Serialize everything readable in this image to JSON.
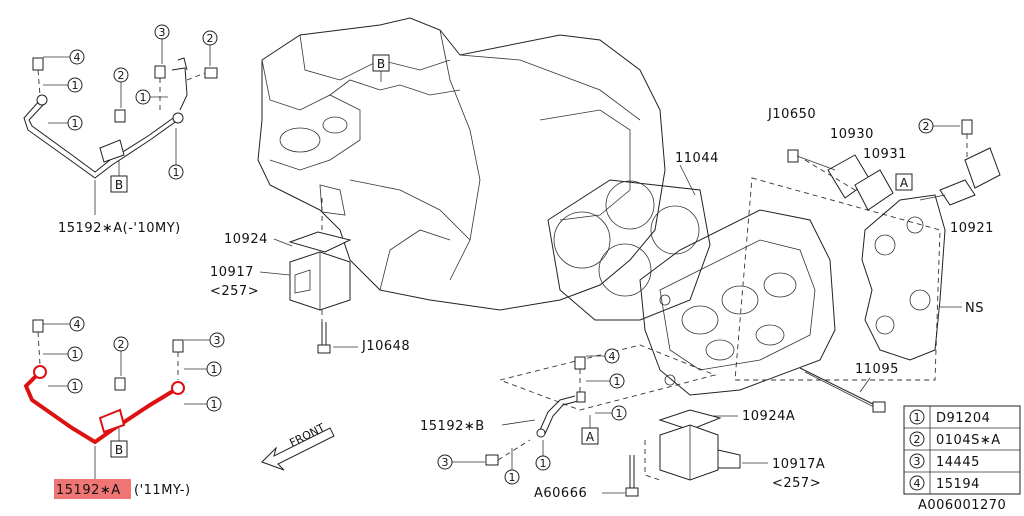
{
  "labels": {
    "pipe_old": "15192∗A(-'10MY)",
    "pipe_new_part": "15192∗A",
    "pipe_new_suffix": "('11MY-)",
    "pipe_b": "15192∗B",
    "gasket_left": "10924",
    "ocv_left": "10917",
    "ocv_left_sub": "<257>",
    "bolt_left": "J10648",
    "gasket_right": "10924A",
    "ocv_right": "10917A",
    "ocv_right_sub": "<257>",
    "bolt_right": "A60666",
    "head_gasket": "11044",
    "j10650": "J10650",
    "p10930": "10930",
    "p10931": "10931",
    "p10921": "10921",
    "ns": "NS",
    "p11095": "11095",
    "front": "FRONT",
    "diagram_id": "A006001270",
    "box_a": "A",
    "box_b": "B"
  },
  "callouts": {
    "c1": "1",
    "c2": "2",
    "c3": "3",
    "c4": "4"
  },
  "legend": [
    {
      "num": "1",
      "part": "D91204"
    },
    {
      "num": "2",
      "part": "0104S∗A"
    },
    {
      "num": "3",
      "part": "14445"
    },
    {
      "num": "4",
      "part": "15194"
    }
  ],
  "colors": {
    "highlight": "#f07575",
    "highlight_pipe": "#d11111"
  }
}
